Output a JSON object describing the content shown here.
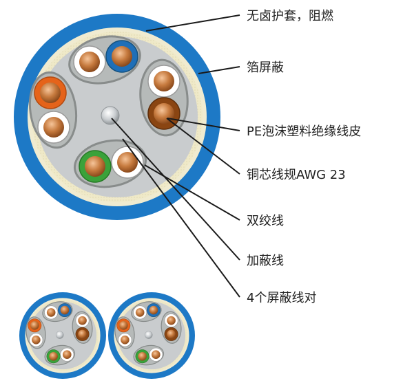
{
  "labels": {
    "jacket": "无卤护套，阻燃",
    "foil_shield": "箔屏蔽",
    "pe_foam_insulation": "PE泡沫塑料绝缘线皮",
    "copper_core": "铜芯线规AWG 23",
    "twisted_pair": "双绞线",
    "drain_wire": "加蔽线",
    "shielded_pairs": "4个屏蔽线对"
  },
  "colors": {
    "jacket": "#1d79c6",
    "foil": "#efe9c8",
    "filler": "#c9ccce",
    "copper": "#c67a3e",
    "insulation_white": "#ffffff",
    "insulation_blue": "#1f6fb8",
    "insulation_orange": "#e5631a",
    "insulation_brown": "#8a4512",
    "insulation_green": "#3aa23a",
    "pointer_line": "#1a1a1a"
  }
}
